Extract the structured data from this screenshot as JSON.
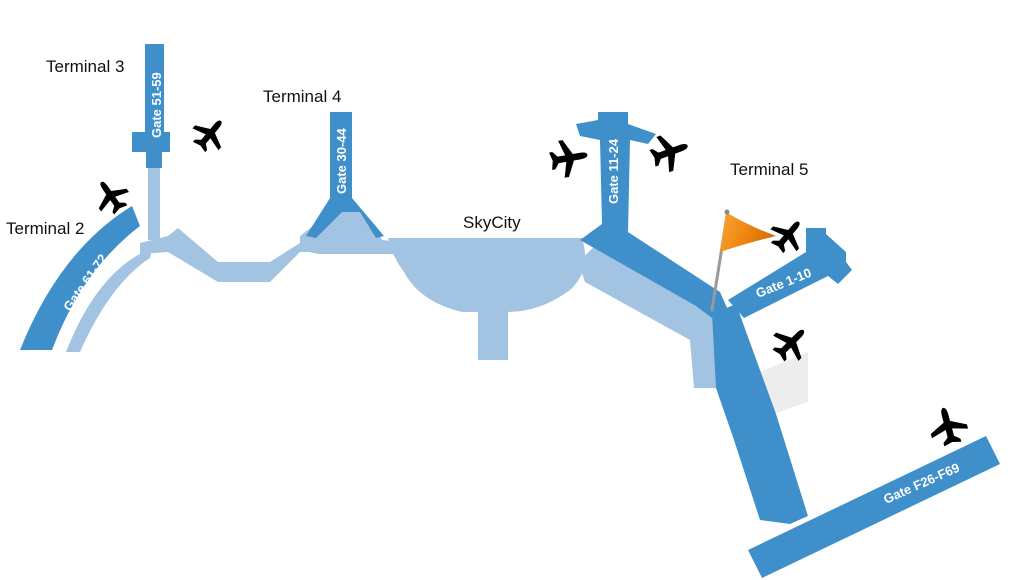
{
  "map": {
    "terminals": [
      {
        "id": "t2",
        "label": "Terminal 2"
      },
      {
        "id": "t3",
        "label": "Terminal 3"
      },
      {
        "id": "t4",
        "label": "Terminal 4"
      },
      {
        "id": "t5",
        "label": "Terminal 5"
      }
    ],
    "hub": {
      "label": "SkyCity"
    },
    "gates": [
      {
        "id": "g6172",
        "label": "Gate 61-72"
      },
      {
        "id": "g5159",
        "label": "Gate 51-59"
      },
      {
        "id": "g3044",
        "label": "Gate 30-44"
      },
      {
        "id": "g1124",
        "label": "Gate 11-24"
      },
      {
        "id": "g110",
        "label": "Gate 1-10"
      },
      {
        "id": "gf26",
        "label": "Gate F26-F69"
      }
    ],
    "colors": {
      "gate_area": "#3f8fca",
      "connector": "#a3c3e2",
      "plane": "#c8c8c8",
      "flag": "#f08a12"
    },
    "marker": {
      "icon": "flag-icon",
      "location": "Terminal 5"
    }
  }
}
